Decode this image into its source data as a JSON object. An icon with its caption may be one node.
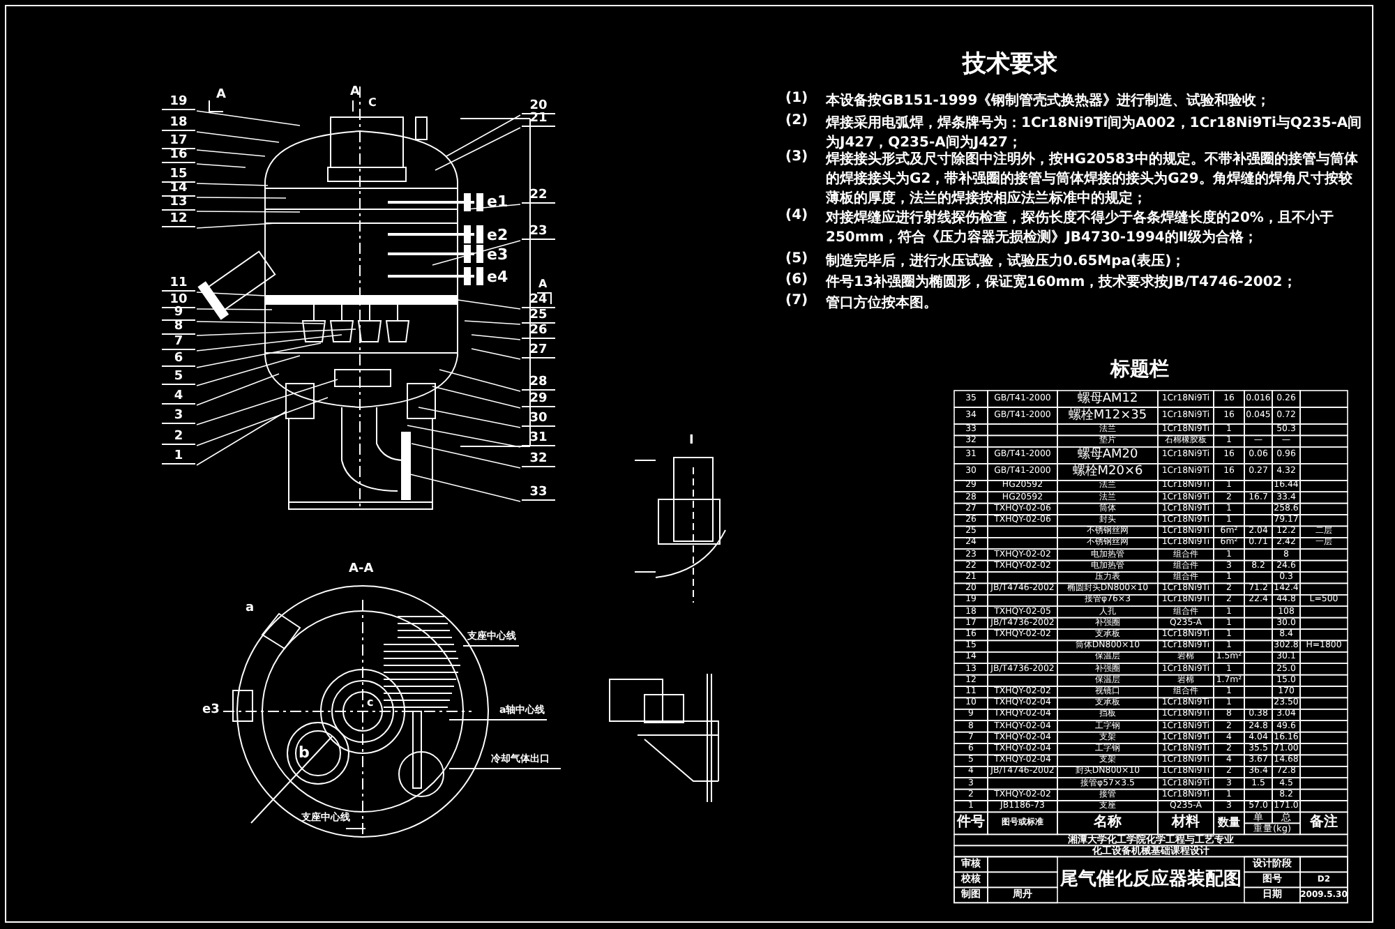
{
  "diagram": {
    "nodes": [
      {
        "text": [
          "1"
        ]
      },
      {
        "text": [
          "2"
        ]
      },
      {
        "text": [
          "3"
        ]
      },
      {
        "text": [
          "4"
        ]
      },
      {
        "text": [
          "5"
        ]
      },
      {
        "text": [
          "6"
        ]
      },
      {
        "text": [
          "7"
        ]
      },
      {
        "text": [
          "8"
        ]
      },
      {
        "text": [
          "9"
        ]
      },
      {
        "text": [
          "10"
        ]
      },
      {
        "text": [
          "11"
        ]
      },
      {
        "text": [
          "12"
        ]
      },
      {
        "text": [
          "13"
        ]
      },
      {
        "text": [
          "14"
        ]
      },
      {
        "text": [
          "15"
        ]
      },
      {
        "text": [
          "16"
        ]
      },
      {
        "text": [
          "17"
        ]
      },
      {
        "text": [
          "18"
        ]
      },
      {
        "text": [
          "19"
        ]
      },
      {
        "text": [
          "20"
        ]
      },
      {
        "text": [
          "21"
        ]
      },
      {
        "text": [
          "22"
        ]
      },
      {
        "text": [
          "23"
        ]
      },
      {
        "text": [
          "24"
        ]
      },
      {
        "text": [
          "25"
        ]
      },
      {
        "text": [
          "26"
        ]
      },
      {
        "text": [
          "27"
        ]
      },
      {
        "text": [
          "28"
        ]
      },
      {
        "text": [
          "29"
        ]
      },
      {
        "text": [
          "30"
        ]
      },
      {
        "text": [
          "31"
        ]
      },
      {
        "text": [
          "32"
        ]
      },
      {
        "text": [
          "33"
        ]
      }
    ],
    "edges": [
      {
        "from": 0,
        "to": null,
        "arrow": "none"
      },
      {
        "from": 1,
        "to": null,
        "arrow": "none"
      },
      {
        "from": 2,
        "to": null,
        "arrow": "none"
      },
      {
        "from": 3,
        "to": null,
        "arrow": "none"
      },
      {
        "from": 4,
        "to": null,
        "arrow": "none"
      },
      {
        "from": 5,
        "to": null,
        "arrow": "none"
      },
      {
        "from": 6,
        "to": null,
        "arrow": "none"
      },
      {
        "from": 7,
        "to": null,
        "arrow": "none"
      },
      {
        "from": 8,
        "to": null,
        "arrow": "none"
      },
      {
        "from": 9,
        "to": null,
        "arrow": "none"
      },
      {
        "from": 10,
        "to": null,
        "arrow": "none"
      },
      {
        "from": 11,
        "to": null,
        "arrow": "none"
      },
      {
        "from": 12,
        "to": null,
        "arrow": "none"
      },
      {
        "from": 13,
        "to": null,
        "arrow": "none"
      },
      {
        "from": 14,
        "to": null,
        "arrow": "none"
      },
      {
        "from": 15,
        "to": null,
        "arrow": "none"
      },
      {
        "from": 16,
        "to": null,
        "arrow": "none"
      },
      {
        "from": 17,
        "to": null,
        "arrow": "none"
      },
      {
        "from": 18,
        "to": null,
        "arrow": "none"
      },
      {
        "from": 19,
        "to": null,
        "arrow": "none"
      },
      {
        "from": 20,
        "to": null,
        "arrow": "none"
      },
      {
        "from": 21,
        "to": null,
        "arrow": "none"
      },
      {
        "from": 22,
        "to": null,
        "arrow": "none"
      },
      {
        "from": 23,
        "to": null,
        "arrow": "none"
      },
      {
        "from": 24,
        "to": null,
        "arrow": "none"
      },
      {
        "from": 25,
        "to": null,
        "arrow": "none"
      },
      {
        "from": 26,
        "to": null,
        "arrow": "none"
      },
      {
        "from": 27,
        "to": null,
        "arrow": "none"
      },
      {
        "from": 28,
        "to": null,
        "arrow": "none"
      },
      {
        "from": 29,
        "to": null,
        "arrow": "none"
      },
      {
        "from": 30,
        "to": null,
        "arrow": "none"
      },
      {
        "from": 31,
        "to": null,
        "arrow": "none"
      },
      {
        "from": 32,
        "to": null,
        "arrow": "none"
      }
    ],
    "labels": [
      "A",
      "A",
      "C",
      "e1",
      "e2",
      "e3",
      "e4",
      "A",
      "A-A",
      "a",
      "支座中心线",
      "e3",
      "c",
      "a轴中心线",
      "b",
      "冷却气体出口",
      "支座中心线",
      "I",
      "技术要求",
      "(1)",
      "本设备按GB151-1999《钢制管壳式换热器》进行制造、试验和验收；",
      "(2)",
      "焊接采用电弧焊，焊条牌号为：1Cr18Ni9Ti间为A002，1Cr18Ni9Ti与Q235-A间为J427，Q235-A间为J427；",
      "(3)",
      "焊接接头形式及尺寸除图中注明外，按HG20583中的规定。不带补强圈的接管与筒体的焊接接头为G2，带补强圈的接管与筒体焊接的接头为G29。角焊缝的焊角尺寸按较薄板的厚度，法兰的焊接按相应法兰标准中的规定；",
      "(4)",
      "对接焊缝应进行射线探伤检查，探伤长度不得少于各条焊缝长度的20%，且不小于250mm，符合《压力容器无损检测》JB4730-1994的Ⅱ级为合格；",
      "(5)",
      "制造完毕后，进行水压试验，试验压力0.65Mpa(表压)；",
      "(6)",
      "件号13补强圈为椭圆形，保证宽160mm，技术要求按JB/T4746-2002；",
      "(7)",
      "管口方位按本图。",
      "标题栏",
      "35",
      "GB/T41-2000",
      "螺母AM12",
      "1Cr18Ni9Ti",
      "16",
      "0.016",
      "0.26",
      "34",
      "GB/T41-2000",
      "螺栓M12×35",
      "1Cr18Ni9Ti",
      "16",
      "0.045",
      "0.72",
      "33",
      "法兰",
      "1Cr18Ni9Ti",
      "1",
      "50.3",
      "32",
      "垫片",
      "石棉橡胶板",
      "1",
      "—",
      "—",
      "31",
      "GB/T41-2000",
      "螺母AM20",
      "1Cr18Ni9Ti",
      "16",
      "0.06",
      "0.96",
      "30",
      "GB/T41-2000",
      "螺栓M20×6",
      "1Cr18Ni9Ti",
      "16",
      "0.27",
      "4.32",
      "29",
      "HG20592",
      "法兰",
      "1Cr18Ni9Ti",
      "1",
      "16.44",
      "28",
      "HG20592",
      "法兰",
      "1Cr18Ni9Ti",
      "2",
      "16.7",
      "33.4",
      "27",
      "TXHQY-02-06",
      "筒体",
      "1Cr18Ni9Ti",
      "1",
      "258.6",
      "26",
      "TXHQY-02-06",
      "封头",
      "1Cr18Ni9Ti",
      "1",
      "79.17",
      "25",
      "不锈钢丝网",
      "1Cr18Ni9Ti",
      "6m²",
      "2.04",
      "12.2",
      "二层",
      "24",
      "不锈钢丝网",
      "1Cr18Ni9Ti",
      "6m²",
      "0.71",
      "2.42",
      "一层",
      "23",
      "TXHQY-02-02",
      "电加热管",
      "组合件",
      "1",
      "8",
      "22",
      "TXHQY-02-02",
      "电加热管",
      "组合件",
      "3",
      "8.2",
      "24.6",
      "21",
      "压力表",
      "组合件",
      "1",
      "0.3",
      "20",
      "JB/T4746-2002",
      "椭圆封头DN800×10",
      "1Cr18Ni9Ti",
      "2",
      "71.2",
      "142.4",
      "19",
      "接管φ76×3",
      "1Cr18Ni9Ti",
      "2",
      "22.4",
      "44.8",
      "L=500",
      "18",
      "TXHQY-02-05",
      "人孔",
      "组合件",
      "1",
      "108",
      "17",
      "JB/T4736-2002",
      "补强圈",
      "Q235-A",
      "1",
      "30.0",
      "16",
      "TXHQY-02-02",
      "支承板",
      "1Cr18Ni9Ti",
      "1",
      "8.4",
      "15",
      "筒体DN800×10",
      "1Cr18Ni9Ti",
      "1",
      "302.8",
      "H=1800",
      "14",
      "保温层",
      "岩棉",
      "1.5m²",
      "30.1",
      "13",
      "JB/T4736-2002",
      "补强圈",
      "1Cr18Ni9Ti",
      "1",
      "25.0",
      "12",
      "保温层",
      "岩棉",
      "1.7m²",
      "15.0",
      "11",
      "TXHQY-02-02",
      "视镜口",
      "组合件",
      "1",
      "170",
      "10",
      "TXHQY-02-04",
      "支承板",
      "1Cr18Ni9Ti",
      "1",
      "23.50",
      "9",
      "TXHQY-02-04",
      "挡板",
      "1Cr18Ni9Ti",
      "8",
      "0.38",
      "3.04",
      "8",
      "TXHQY-02-04",
      "工字钢",
      "1Cr18Ni9Ti",
      "2",
      "24.8",
      "49.6",
      "7",
      "TXHQY-02-04",
      "支架",
      "1Cr18Ni9Ti",
      "4",
      "4.04",
      "16.16",
      "6",
      "TXHQY-02-04",
      "工字钢",
      "1Cr18Ni9Ti",
      "2",
      "35.5",
      "71.00",
      "5",
      "TXHQY-02-04",
      "支架",
      "1Cr18Ni9Ti",
      "4",
      "3.67",
      "14.68",
      "4",
      "JB/T4746-2002",
      "封头DN800×10",
      "1Cr18Ni9Ti",
      "2",
      "36.4",
      "72.8",
      "3",
      "接管φ57×3.5",
      "1Cr18Ni9Ti",
      "3",
      "1.5",
      "4.5",
      "2",
      "TXHQY-02-02",
      "接管",
      "1Cr18Ni9Ti",
      "1",
      "8.2",
      "1",
      "JB1186-73",
      "支座",
      "Q235-A",
      "3",
      "57.0",
      "171.0",
      "件号",
      "图号或标准",
      "名称",
      "材料",
      "数量",
      "单",
      "总",
      "重量(kg)",
      "备注",
      "湘潭大学化工学院化学工程与工艺专业",
      "化工设备机械基础课程设计",
      "审核",
      "尾气催化反应器装配图",
      "设计阶段",
      "校核",
      "图号",
      "D2",
      "制图",
      "周丹",
      "日期",
      "2009.5.30"
    ]
  }
}
